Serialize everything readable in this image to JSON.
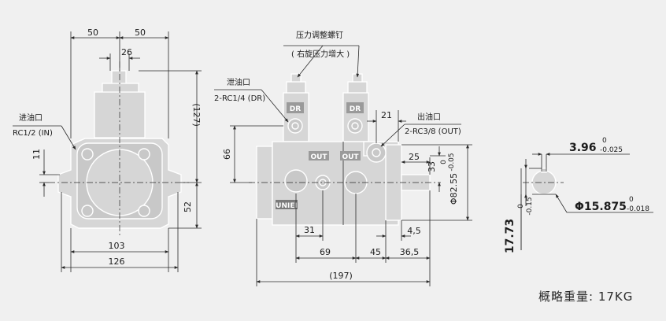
{
  "front_view": {
    "dim_half_left": "50",
    "dim_half_right": "50",
    "dim_top_width": "26",
    "dim_height_total": "(127)",
    "dim_center_height": "52",
    "dim_port_offset": "11",
    "dim_width_inner": "103",
    "dim_width_outer": "126",
    "inlet_label": "进油口",
    "inlet_spec": "RC1/2 (IN)"
  },
  "side_view": {
    "drain_label": "泄油口",
    "drain_spec": "2-RC1/4 (DR)",
    "adjust_screw_label": "压力调整螺钉",
    "adjust_screw_note": "( 右旋压力增大 )",
    "outlet_label": "出油口",
    "outlet_spec": "2-RC3/8 (OUT)",
    "plate_dr_1": "DR",
    "plate_dr_2": "DR",
    "plate_out_1": "OUT",
    "plate_out_2": "OUT",
    "nameplate": "UNIEI",
    "dim_66": "66",
    "dim_21": "21",
    "dim_25": "25",
    "dim_33": "33",
    "dim_33_tol": "0\n-0.05",
    "dim_82_55": "Φ82.55",
    "dim_82_55_tol_top": "0",
    "dim_82_55_tol_bottom": "-0.05",
    "dim_31": "31",
    "dim_4_5": "4,5",
    "dim_69": "69",
    "dim_45": "45",
    "dim_36_5": "36,5",
    "dim_197": "(197)"
  },
  "shaft_view": {
    "key_width": "3.96",
    "key_width_tol_top": "0",
    "key_width_tol_bottom": "-0.025",
    "shaft_diameter": "Φ15.875",
    "shaft_diameter_tol_top": "0",
    "shaft_diameter_tol_bottom": "-0.018",
    "key_height": "17.73",
    "key_height_tol_top": "0",
    "key_height_tol_bottom": "-0.15"
  },
  "weight_label": "概略重量: 17KG"
}
